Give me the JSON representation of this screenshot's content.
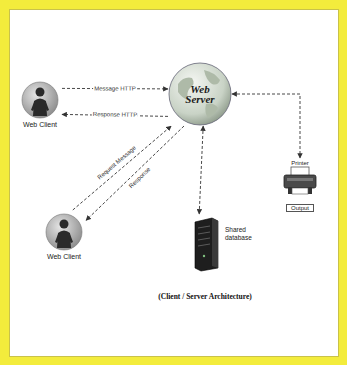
{
  "diagram": {
    "caption": "(Client / Server Architecture)",
    "nodes": [
      {
        "text": [
          "Web Client"
        ]
      },
      {
        "text": [
          "Web Server"
        ]
      },
      {
        "text": [
          "Web Client"
        ]
      },
      {
        "text": [
          "Printer",
          "Output"
        ]
      },
      {
        "text": [
          "Shared database"
        ]
      }
    ],
    "edges": [
      {
        "from": 0,
        "to": 1,
        "label": "Message HTTP",
        "arrow": "to"
      },
      {
        "from": 1,
        "to": 0,
        "label": "Response HTTP",
        "arrow": "to"
      },
      {
        "from": 2,
        "to": 1,
        "label": "Request Message",
        "arrow": "to"
      },
      {
        "from": 1,
        "to": 2,
        "label": "Response",
        "arrow": "to"
      },
      {
        "from": 1,
        "to": 4,
        "arrow": "both"
      },
      {
        "from": 1,
        "to": 3,
        "arrow": "both"
      }
    ]
  }
}
